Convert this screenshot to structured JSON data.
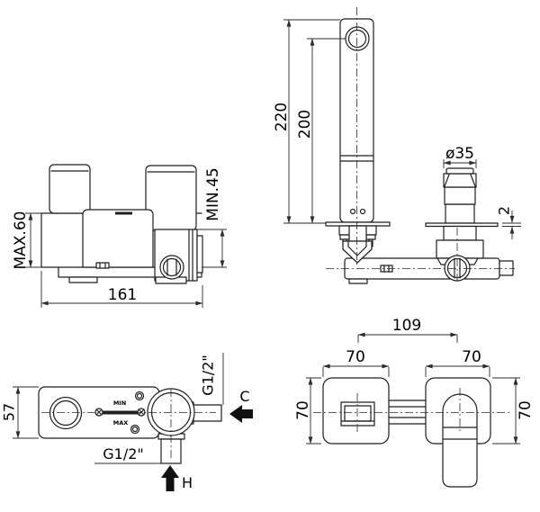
{
  "labels": {
    "body_front": {
      "max_depth": "MAX.60",
      "min_depth": "MIN.45",
      "width": "161"
    },
    "side": {
      "total_height": "220",
      "spout_axis_height": "200",
      "handle_diameter": "ø35",
      "wall_plate_thickness": "2"
    },
    "body_top": {
      "depth": "57",
      "cold_inlet_thread": "G1/2\"",
      "hot_inlet_thread": "G1/2\"",
      "cold_arrow": "C",
      "hot_arrow": "H",
      "min_mark": "MIN",
      "max_mark": "MAX"
    },
    "trim_front": {
      "center_distance": "109",
      "spout_plate_width": "70",
      "handle_plate_width": "70",
      "spout_plate_height": "70",
      "handle_plate_height": "70"
    }
  }
}
